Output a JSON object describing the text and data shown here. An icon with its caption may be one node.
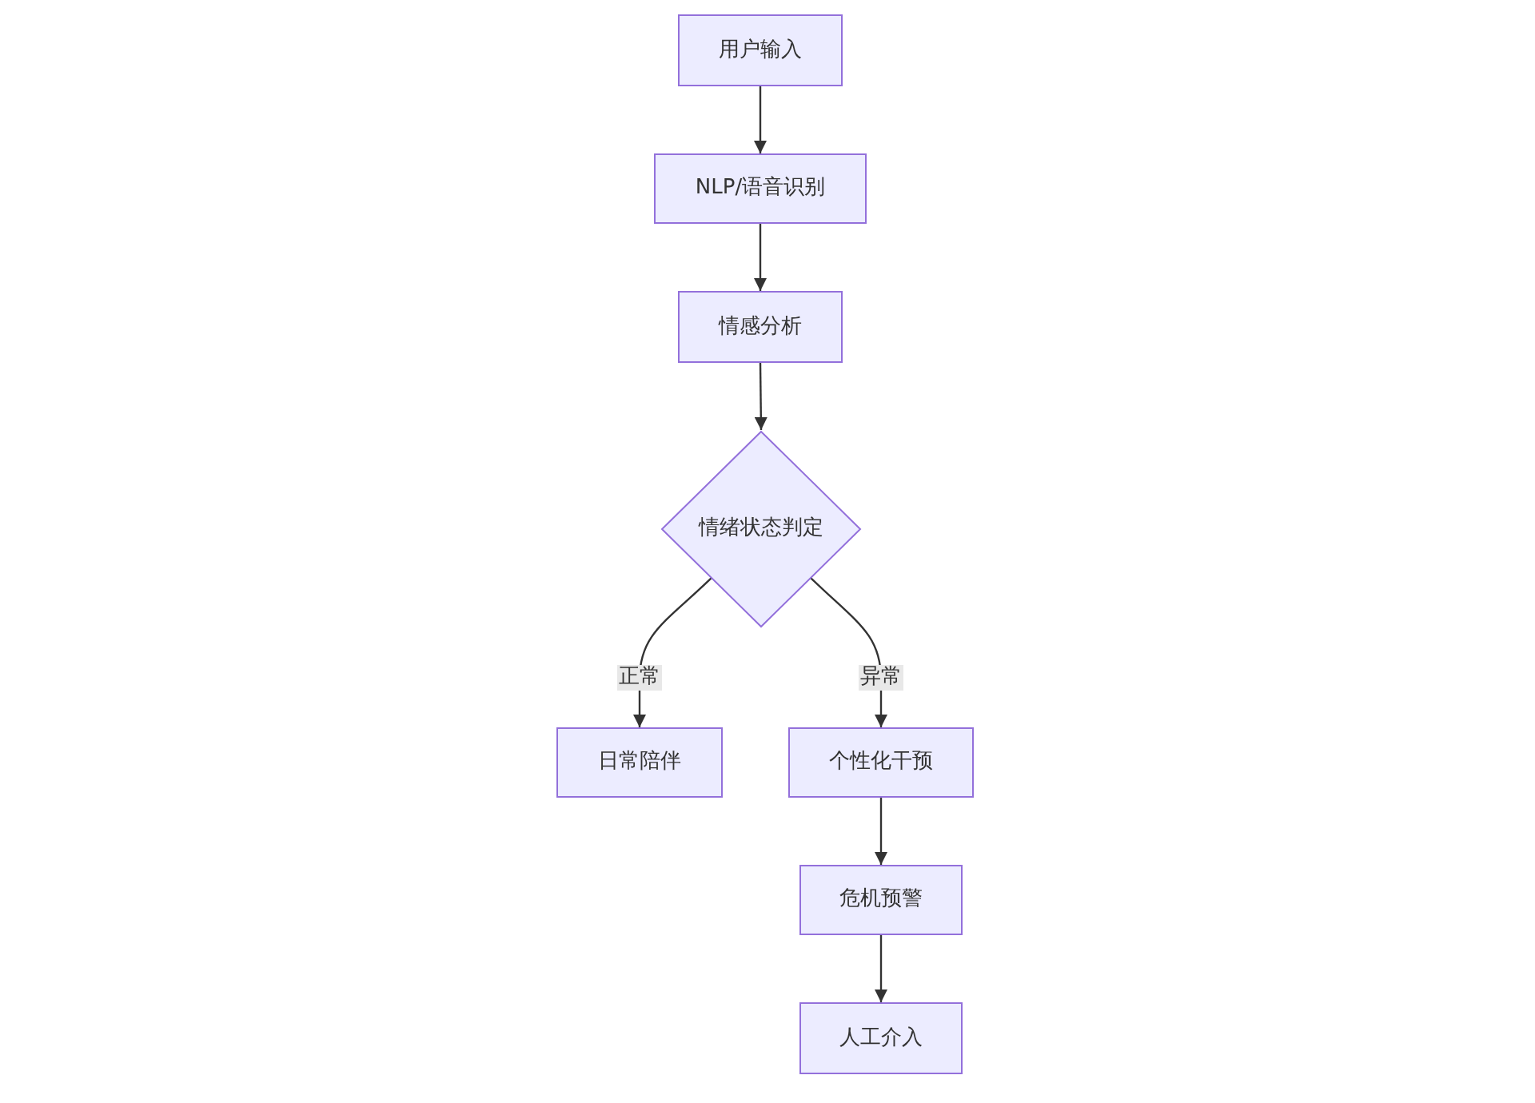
{
  "diagram": {
    "nodes": [
      {
        "text": [
          "用户输入"
        ]
      },
      {
        "text": [
          "NLP/语音识别"
        ]
      },
      {
        "text": [
          "情感分析"
        ]
      },
      {
        "text": [
          "情绪状态判定"
        ]
      },
      {
        "text": [
          "日常陪伴"
        ]
      },
      {
        "text": [
          "个性化干预"
        ]
      },
      {
        "text": [
          "危机预警"
        ]
      },
      {
        "text": [
          "人工介入"
        ]
      }
    ],
    "edges": [
      {
        "from": 0,
        "to": 1,
        "arrow": "to"
      },
      {
        "from": 1,
        "to": 2,
        "arrow": "to"
      },
      {
        "from": 2,
        "to": 3,
        "arrow": "to"
      },
      {
        "from": 3,
        "to": 4,
        "arrow": "to",
        "label": "正常"
      },
      {
        "from": 3,
        "to": 5,
        "arrow": "to",
        "label": "异常"
      },
      {
        "from": 5,
        "to": 6,
        "arrow": "to"
      },
      {
        "from": 6,
        "to": 7,
        "arrow": "to"
      }
    ]
  }
}
